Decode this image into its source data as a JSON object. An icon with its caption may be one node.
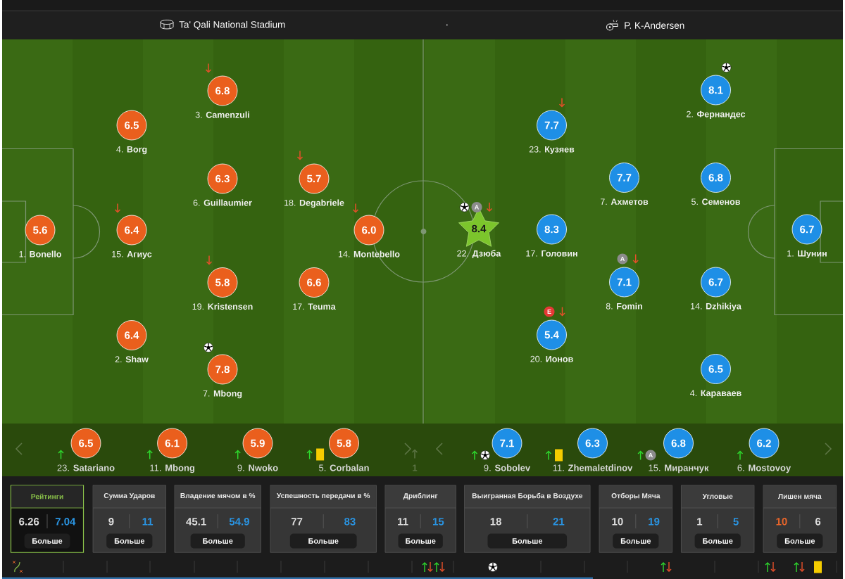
{
  "diagram": {
    "nodes": [
      {
        "text": [
          "6.8"
        ],
        "beside": [
          "3. **Camenzuli**"
        ]
      },
      {
        "text": [
          "6.5"
        ],
        "beside": [
          "4. **Borg**"
        ]
      },
      {
        "text": [
          "6.3"
        ],
        "beside": [
          "6. **Guillaumier**"
        ]
      },
      {
        "text": [
          "5.7"
        ],
        "beside": [
          "18. **Degabriele**"
        ]
      },
      {
        "text": [
          "5.6"
        ],
        "beside": [
          "1. **Bonello**"
        ]
      },
      {
        "text": [
          "6.4"
        ],
        "beside": [
          "15. **Агиус**"
        ]
      },
      {
        "text": [
          "6.0"
        ],
        "beside": [
          "14. **Montebello**"
        ]
      },
      {
        "text": [
          "5.8"
        ],
        "beside": [
          "19. **Kristensen**"
        ]
      },
      {
        "text": [
          "6.6"
        ],
        "beside": [
          "17. **Teuma**"
        ]
      },
      {
        "text": [
          "6.4"
        ],
        "beside": [
          "2. **Shaw**"
        ]
      },
      {
        "text": [
          "7.8"
        ],
        "beside": [
          "7. **Mbong**"
        ]
      },
      {
        "text": [
          "8.1"
        ],
        "beside": [
          "2. **Фернандес**"
        ]
      },
      {
        "text": [
          "7.7"
        ],
        "beside": [
          "23. **Кузяев**"
        ]
      },
      {
        "text": [
          "7.7"
        ],
        "beside": [
          "7. **Ахметов**"
        ]
      },
      {
        "text": [
          "6.8"
        ],
        "beside": [
          "5. **Семенов**"
        ]
      },
      {
        "text": [
          "A"
        ]
      },
      {
        "text": [
          "8.4"
        ],
        "beside": [
          "22. **Дзюба**"
        ]
      },
      {
        "text": [
          "8.3"
        ],
        "beside": [
          "17. **Головин**"
        ]
      },
      {
        "text": [
          "6.7"
        ],
        "beside": [
          "1. **Шунин**"
        ]
      },
      {
        "text": [
          "A"
        ]
      },
      {
        "text": [
          "7.1"
        ],
        "beside": [
          "8. **Fomin**"
        ]
      },
      {
        "text": [
          "6.7"
        ],
        "beside": [
          "14. **Dzhikiya**"
        ]
      },
      {
        "text": [
          "E"
        ]
      },
      {
        "text": [
          "5.4"
        ],
        "beside": [
          "20. **Ионов**"
        ]
      },
      {
        "text": [
          "6.5"
        ],
        "beside": [
          "4. **Караваев**"
        ]
      },
      {
        "text": [
          "6.5"
        ],
        "beside": [
          "23. **Satariano**"
        ]
      },
      {
        "text": [
          "6.1"
        ],
        "beside": [
          "11. **Mbong**"
        ]
      },
      {
        "text": [
          "5.9"
        ],
        "beside": [
          "9. **Nwoko**"
        ]
      },
      {
        "text": [
          "5.8"
        ],
        "beside": [
          "5. **Corbalan**"
        ]
      },
      {
        "text": [
          "7.1"
        ],
        "beside": [
          "9. **Sobolev**"
        ]
      },
      {
        "text": [
          "6.3"
        ],
        "beside": [
          "11. **Zhemaletdinov**"
        ]
      },
      {
        "text": [
          "A"
        ]
      },
      {
        "text": [
          "6.8"
        ],
        "beside": [
          "15. **Миранчук**"
        ]
      },
      {
        "text": [
          "6.2"
        ],
        "beside": [
          "6. **Mostovoy**"
        ]
      },
      {
        "text": [
          "Рейтинги",
          "6.26",
          "7.04"
        ]
      },
      {
        "text": [
          "Больше"
        ],
        "in": 34
      },
      {
        "text": [
          "Сумма Ударов",
          "9",
          "11"
        ]
      },
      {
        "text": [
          "Больше"
        ],
        "in": 36
      },
      {
        "text": [
          "Владение мячом в %",
          "45.1",
          "54.9"
        ]
      },
      {
        "text": [
          "Больше"
        ],
        "in": 38
      },
      {
        "text": [
          "Успешность передачи в %",
          "77",
          "83"
        ]
      },
      {
        "text": [
          "Больше"
        ],
        "in": 40
      },
      {
        "text": [
          "Дриблинг",
          "11",
          "15"
        ]
      },
      {
        "text": [
          "Больше"
        ],
        "in": 42
      },
      {
        "text": [
          "Выигранная Борьба в Воздухе",
          "18",
          "21"
        ]
      },
      {
        "text": [
          "Больше"
        ],
        "in": 44
      },
      {
        "text": [
          "Отборы Мяча",
          "10",
          "19"
        ]
      },
      {
        "text": [
          "Больше"
        ],
        "in": 46
      },
      {
        "text": [
          "Угловые",
          "1",
          "5"
        ]
      },
      {
        "text": [
          "Больше"
        ],
        "in": 48
      },
      {
        "text": [
          "Лишен мяча",
          "10",
          "6"
        ]
      },
      {
        "text": [
          "Больше"
        ],
        "in": 50
      }
    ],
    "labels": [
      "Ta' Qali National Stadium",
      "P. K-Andersen",
      "1"
    ]
  }
}
